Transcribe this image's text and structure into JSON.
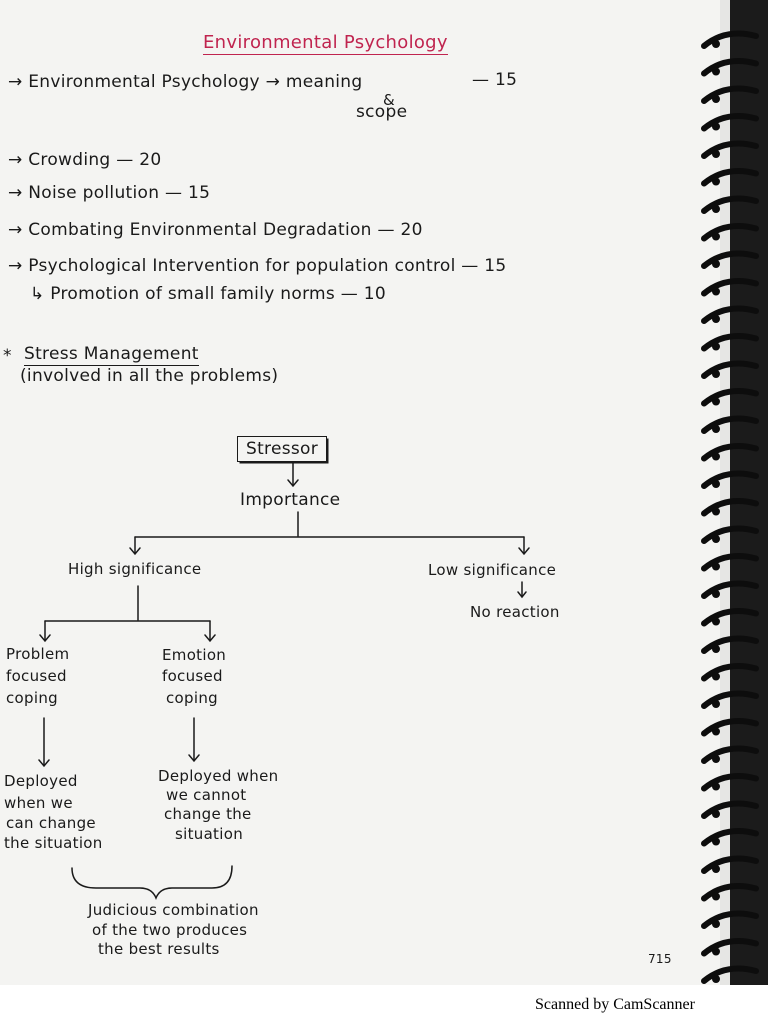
{
  "title": "Environmental Psychology",
  "topics": {
    "t1": "→ Environmental Psychology → meaning",
    "t1_amp": "&",
    "t1_scope": "scope",
    "t1_marks": "— 15",
    "t2": "→ Crowding — 20",
    "t3": "→ Noise pollution — 15",
    "t4": "→ Combating Environmental Degradation — 20",
    "t5": "→ Psychological Intervention for population control — 15",
    "t5_sub": "↳ Promotion of small family norms — 10"
  },
  "stress": {
    "star": "*",
    "heading": "Stress Management",
    "note": "(involved in all the problems)"
  },
  "flow": {
    "stressor": "Stressor",
    "importance": "Importance",
    "high": "High significance",
    "low": "Low significance",
    "no_reaction": "No reaction",
    "problem_1": "Problem",
    "problem_2": "focused",
    "problem_3": "coping",
    "emotion_1": "Emotion",
    "emotion_2": "focused",
    "emotion_3": "coping",
    "deploy_a_1": "Deployed",
    "deploy_a_2": "when we",
    "deploy_a_3": "can change",
    "deploy_a_4": "the situation",
    "deploy_b_1": "Deployed when",
    "deploy_b_2": "we cannot",
    "deploy_b_3": "change the",
    "deploy_b_4": "situation",
    "judicious_1": "Judicious combination",
    "judicious_2": "of the two produces",
    "judicious_3": "the best results"
  },
  "page_number": "715",
  "footer": "Scanned by CamScanner",
  "colors": {
    "title": "#c0244f",
    "ink": "#1a1a1a",
    "paper": "#f4f4f2"
  }
}
